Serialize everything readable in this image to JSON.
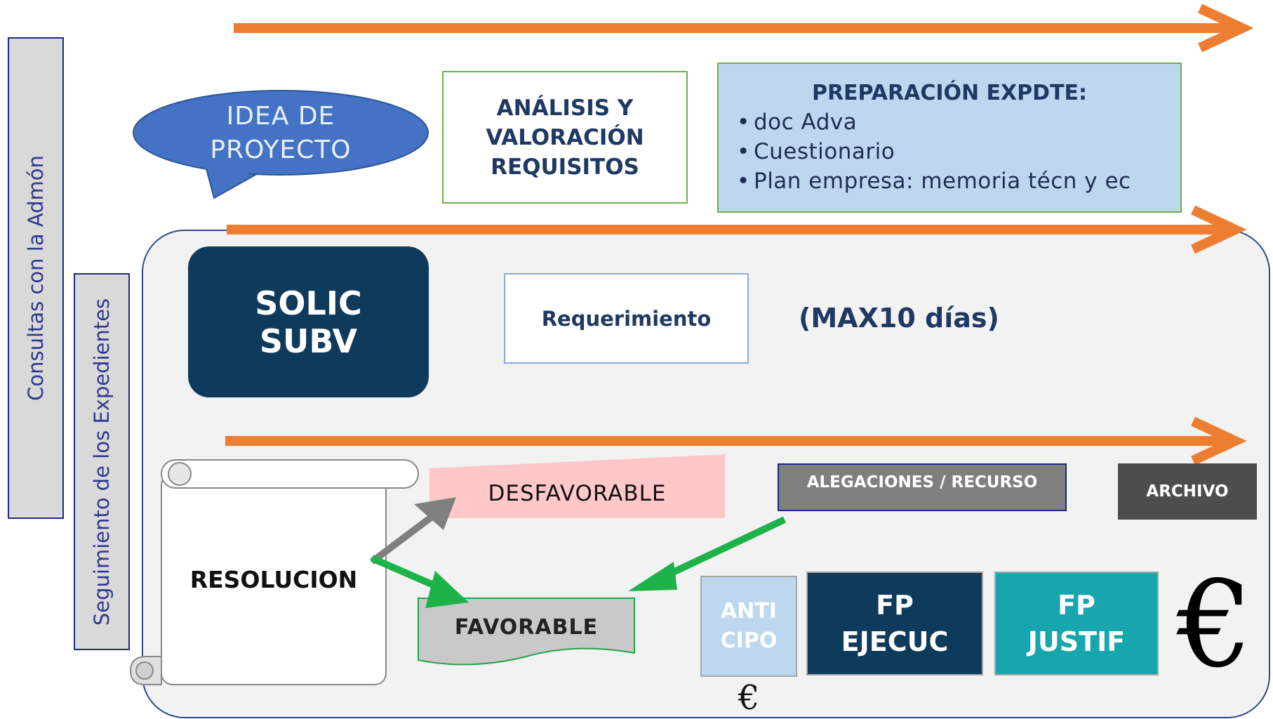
{
  "side_labels": {
    "consultas": "Consultas con la Admón",
    "seguimiento": "Seguimiento de los Expedientes"
  },
  "top_row": {
    "idea": [
      "IDEA DE",
      "PROYECTO"
    ],
    "analisis": [
      "ANÁLISIS Y",
      "VALORACIÓN",
      "REQUISITOS"
    ],
    "preparacion": {
      "title": "PREPARACIÓN EXPDTE:",
      "items": [
        "doc Adva",
        "Cuestionario",
        "Plan empresa: memoria técn y ec"
      ]
    }
  },
  "middle_row": {
    "solic": [
      "SOLIC",
      "SUBV"
    ],
    "requerimiento": "Requerimiento",
    "max_dias": "(MAX10 días)"
  },
  "bottom_row": {
    "resolucion": "RESOLUCION",
    "desfavorable": "DESFAVORABLE",
    "favorable": "FAVORABLE",
    "alegaciones": "ALEGACIONES / RECURSO",
    "archivo": "ARCHIVO",
    "anticipo": [
      "ANTI",
      "CIPO"
    ],
    "fp_ejecuc": [
      "FP",
      "EJECUC"
    ],
    "fp_justif": [
      "FP",
      "JUSTIF"
    ],
    "euro_large": "€",
    "euro_small": "€"
  },
  "colors": {
    "arrow_orange": "#ed7d31",
    "idea_blue": "#4472c4",
    "prep_bg": "#bdd7ee",
    "navy": "#0e3a5c",
    "teal": "#17a6ad",
    "gray_dark": "#4d4d4d",
    "gray_mid": "#7f7f7f",
    "pink": "#ffc7c7",
    "green_arrow": "#1db34a",
    "anticipo_bg": "#bdd7ee"
  }
}
